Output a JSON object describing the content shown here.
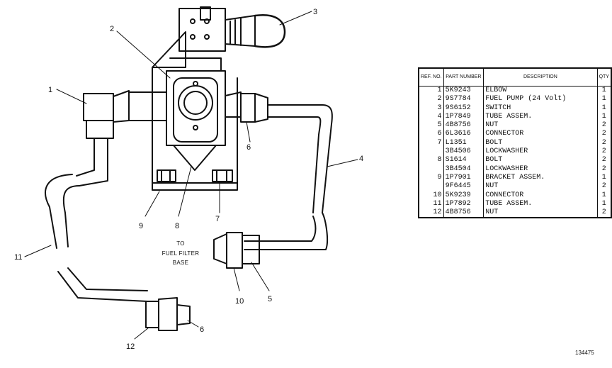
{
  "callouts": [
    "1",
    "2",
    "3",
    "4",
    "5",
    "6",
    "6",
    "7",
    "8",
    "9",
    "10",
    "11",
    "12"
  ],
  "note": {
    "line1": "TO",
    "line2": "FUEL FILTER",
    "line3": "BASE"
  },
  "figure_number": "134475",
  "table": {
    "headers": {
      "ref": "REF. NO.",
      "part": "PART NUMBER",
      "description": "DESCRIPTION",
      "qty": "QTY"
    },
    "rows": [
      {
        "ref": "1",
        "part": "5K9243",
        "desc": "ELBOW",
        "qty": "1"
      },
      {
        "ref": "2",
        "part": "9S7784",
        "desc": "FUEL PUMP (24 Volt)",
        "qty": "1"
      },
      {
        "ref": "3",
        "part": "9S6152",
        "desc": "SWITCH",
        "qty": "1"
      },
      {
        "ref": "4",
        "part": "1P7849",
        "desc": "TUBE ASSEM.",
        "qty": "1"
      },
      {
        "ref": "5",
        "part": "4B8756",
        "desc": "NUT",
        "qty": "2"
      },
      {
        "ref": "6",
        "part": "6L3616",
        "desc": "CONNECTOR",
        "qty": "2"
      },
      {
        "ref": "7",
        "part": "L1351",
        "desc": "BOLT",
        "qty": "2"
      },
      {
        "ref": "",
        "part": "3B4506",
        "desc": "LOCKWASHER",
        "qty": "2"
      },
      {
        "ref": "8",
        "part": "S1614",
        "desc": "BOLT",
        "qty": "2"
      },
      {
        "ref": "",
        "part": "3B4504",
        "desc": "LOCKWASHER",
        "qty": "2"
      },
      {
        "ref": "9",
        "part": "1P7901",
        "desc": "BRACKET ASSEM.",
        "qty": "1"
      },
      {
        "ref": "",
        "part": "9F6445",
        "desc": "NUT",
        "qty": "2"
      },
      {
        "ref": "10",
        "part": "5K9239",
        "desc": "CONNECTOR",
        "qty": "1"
      },
      {
        "ref": "11",
        "part": "1P7892",
        "desc": "TUBE ASSEM.",
        "qty": "1"
      },
      {
        "ref": "12",
        "part": "4B8756",
        "desc": "NUT",
        "qty": "2"
      }
    ]
  }
}
